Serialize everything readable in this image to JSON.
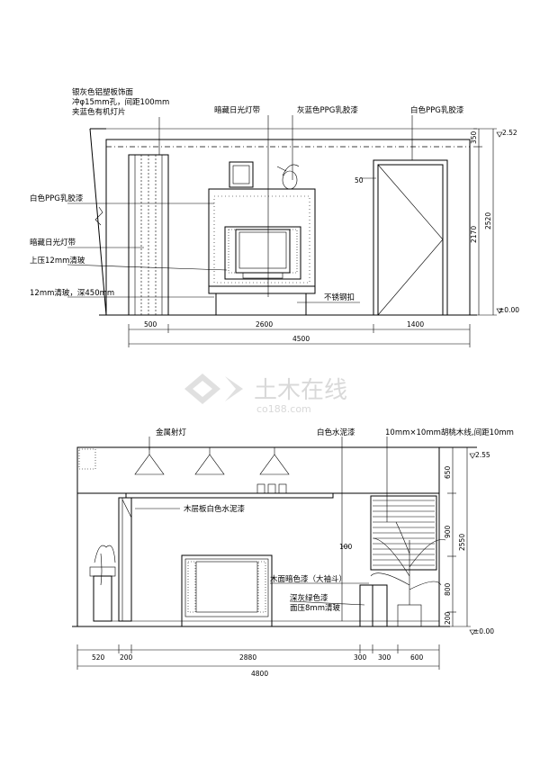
{
  "top_view": {
    "labels": {
      "aluminum_panel_1": "银灰色铝塑板饰面",
      "aluminum_panel_2": "冲φ15mm孔，间距100mm",
      "aluminum_panel_3": "夹蓝色有机灯片",
      "hidden_light": "暗藏日光灯带",
      "grey_blue_paint": "灰蓝色PPG乳胶漆",
      "white_paint_right": "白色PPG乳胶漆",
      "white_paint_left": "白色PPG乳胶漆",
      "hidden_light_left": "暗藏日光灯带",
      "glass_top": "上压12mm清玻",
      "glass_shelf": "12mm清玻，深450mm",
      "steel_clip": "不锈钢扣",
      "door_mark": "50"
    },
    "dims_bottom": [
      "500",
      "2600",
      "1400"
    ],
    "dim_total": "4500",
    "dims_right": [
      "350",
      "2170",
      "2520"
    ],
    "level_top": "2.52",
    "level_bottom": "±0.00"
  },
  "watermark": {
    "cn": "土木在线",
    "en": "co188.com"
  },
  "bottom_view": {
    "labels": {
      "spotlight": "金属射灯",
      "white_cement_paint": "白色水泥漆",
      "wood_lines": "10mm×10mm胡桃木线,间距10mm",
      "shelf": "木层板白色水泥漆",
      "wood_dark": "木面暗色漆（大袖斗）",
      "deep_green": "深灰绿色漆",
      "glass": "面压8mm清玻",
      "mark_100": "100"
    },
    "dims_bottom": [
      "520",
      "200",
      "2880",
      "300",
      "300",
      "600"
    ],
    "dim_total": "4800",
    "dims_right": [
      "650",
      "900",
      "800",
      "200",
      "2550"
    ],
    "level_top": "2.55",
    "level_bottom": "±0.00"
  }
}
